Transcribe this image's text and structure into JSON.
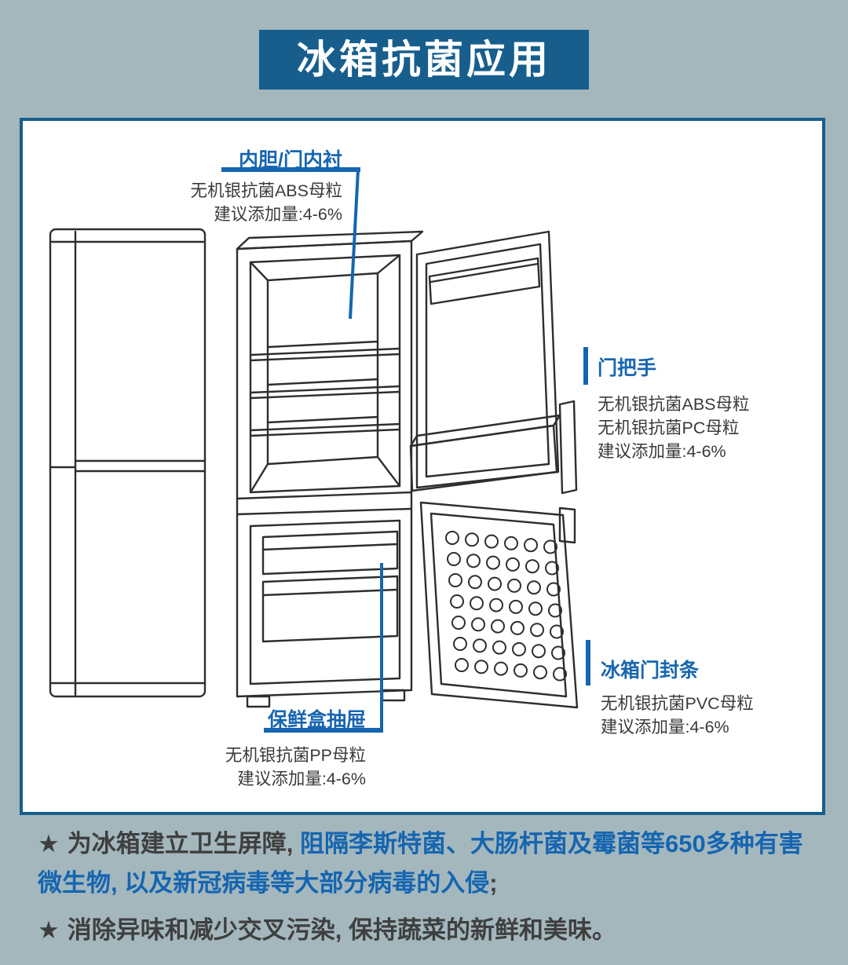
{
  "title": "冰箱抗菌应用",
  "callouts": {
    "inner_liner": {
      "label": "内胆/门内衬",
      "line1": "无机银抗菌ABS母粒",
      "line2": "建议添加量:4-6%"
    },
    "door_handle": {
      "label": "门把手",
      "line1": "无机银抗菌ABS母粒",
      "line2": "无机银抗菌PC母粒",
      "line3": "建议添加量:4-6%"
    },
    "door_seal": {
      "label": "冰箱门封条",
      "line1": "无机银抗菌PVC母粒",
      "line2": "建议添加量:4-6%"
    },
    "crisper_drawer": {
      "label": "保鲜盒抽屉",
      "line1": "无机银抗菌PP母粒",
      "line2": "建议添加量:4-6%"
    }
  },
  "footnotes": {
    "star": "★",
    "note1_normal1": "为冰箱建立卫生屏障, ",
    "note1_emphasis": "阻隔李斯特菌、大肠杆菌及霉菌等650多种有害微生物, 以及新冠病毒等大部分病毒的入侵",
    "note1_normal2": ";",
    "note2": "消除异味和减少交叉污染, 保持蔬菜的新鲜和美味。"
  },
  "colors": {
    "background": "#a3b7bd",
    "banner_blue": "#175e8d",
    "accent_blue": "#1565b0",
    "label_blue": "#1866b0",
    "text_dark": "#3a3a3a",
    "line_art": "#2e2e2e"
  }
}
